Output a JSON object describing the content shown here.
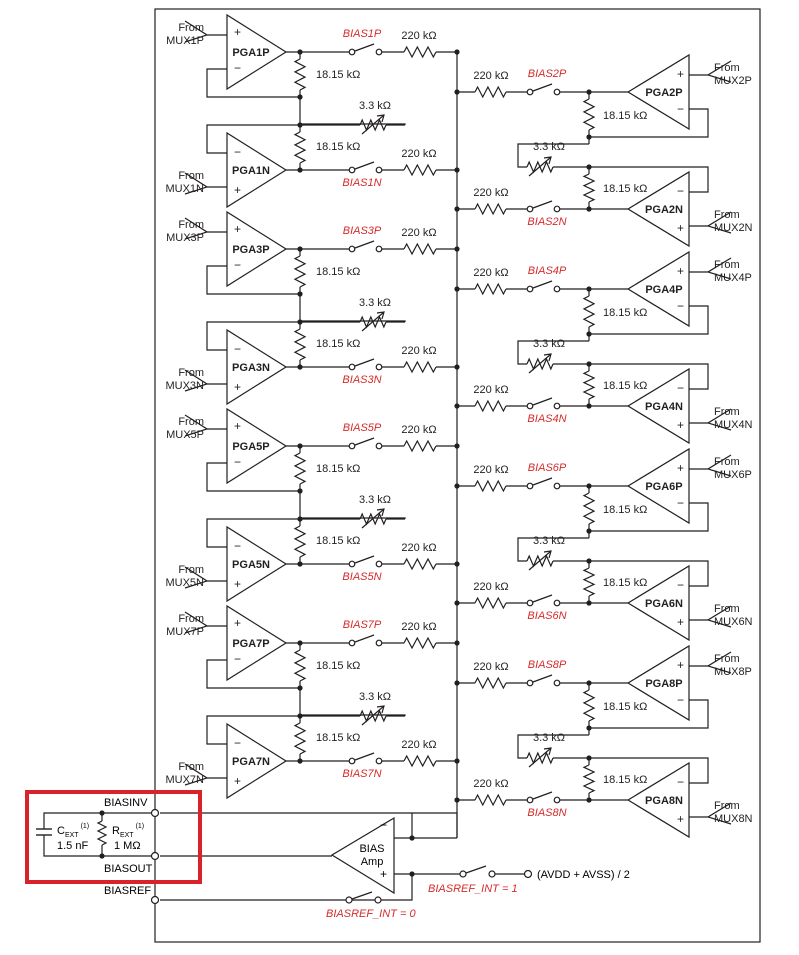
{
  "colors": {
    "wire": "#231f20",
    "red_label": "#d52b2b",
    "highlight_box": "#d8232a"
  },
  "units": {
    "r_bias": "220 kΩ",
    "r_fb": "18.15 kΩ",
    "r_var": "3.3 kΩ"
  },
  "from_text": "From",
  "left_channels": [
    {
      "pga_p": "PGA1P",
      "mux_p": "MUX1P",
      "bias_p": "BIAS1P",
      "pga_n": "PGA1N",
      "mux_n": "MUX1N",
      "bias_n": "BIAS1N"
    },
    {
      "pga_p": "PGA3P",
      "mux_p": "MUX3P",
      "bias_p": "BIAS3P",
      "pga_n": "PGA3N",
      "mux_n": "MUX3N",
      "bias_n": "BIAS3N"
    },
    {
      "pga_p": "PGA5P",
      "mux_p": "MUX5P",
      "bias_p": "BIAS5P",
      "pga_n": "PGA5N",
      "mux_n": "MUX5N",
      "bias_n": "BIAS5N"
    },
    {
      "pga_p": "PGA7P",
      "mux_p": "MUX7P",
      "bias_p": "BIAS7P",
      "pga_n": "PGA7N",
      "mux_n": "MUX7N",
      "bias_n": "BIAS7N"
    }
  ],
  "right_channels": [
    {
      "pga_p": "PGA2P",
      "mux_p": "MUX2P",
      "bias_p": "BIAS2P",
      "pga_n": "PGA2N",
      "mux_n": "MUX2N",
      "bias_n": "BIAS2N"
    },
    {
      "pga_p": "PGA4P",
      "mux_p": "MUX4P",
      "bias_p": "BIAS4P",
      "pga_n": "PGA4N",
      "mux_n": "MUX4N",
      "bias_n": "BIAS4N"
    },
    {
      "pga_p": "PGA6P",
      "mux_p": "MUX6P",
      "bias_p": "BIAS6P",
      "pga_n": "PGA6N",
      "mux_n": "MUX6N",
      "bias_n": "BIAS6N"
    },
    {
      "pga_p": "PGA8P",
      "mux_p": "MUX8P",
      "bias_p": "BIAS8P",
      "pga_n": "PGA8N",
      "mux_n": "MUX8N",
      "bias_n": "BIAS8N"
    }
  ],
  "bias_amp": {
    "line1": "BIAS",
    "line2": "Amp"
  },
  "pins": {
    "biasinv": "BIASINV",
    "biasout": "BIASOUT",
    "biasref": "BIASREF"
  },
  "external": {
    "c_main": "C",
    "c_sub": "EXT",
    "c_note": "(1)",
    "c_value": "1.5 nF",
    "r_main": "R",
    "r_sub": "EXT",
    "r_note": "(1)",
    "r_value": "1 MΩ"
  },
  "biasref_switches": {
    "int1": "BIASREF_INT = 1",
    "int0": "BIASREF_INT = 0",
    "supply": "(AVDD + AVSS) / 2"
  }
}
